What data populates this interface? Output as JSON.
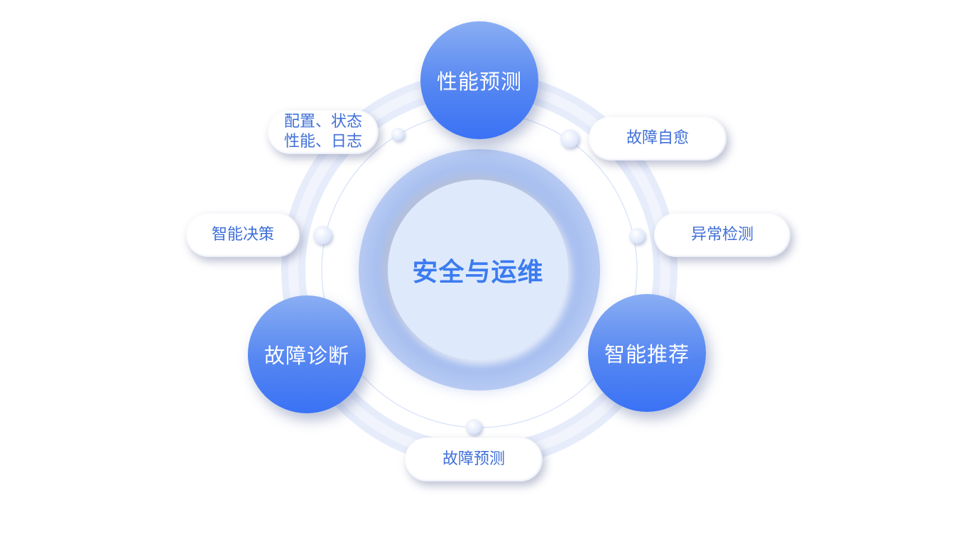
{
  "center": {
    "title": "安全与运维"
  },
  "major_nodes": [
    {
      "id": "performance-prediction",
      "label": "性能预测"
    },
    {
      "id": "fault-diagnosis",
      "label": "故障诊断"
    },
    {
      "id": "smart-recommendation",
      "label": "智能推荐"
    }
  ],
  "minor_nodes": [
    {
      "id": "config-status",
      "line1": "配置、状态",
      "line2": "性能、日志"
    },
    {
      "id": "fault-self-healing",
      "label": "故障自愈"
    },
    {
      "id": "smart-decision",
      "label": "智能决策"
    },
    {
      "id": "anomaly-detection",
      "label": "异常检测"
    },
    {
      "id": "fault-prediction",
      "label": "故障预测"
    }
  ],
  "colors": {
    "accent_blue": "#3a72f5",
    "label_blue": "#3f6fd8",
    "hub_text": "#3c7bf0",
    "hub_fill": "#deeafc",
    "ring": "#dfe6f8"
  }
}
